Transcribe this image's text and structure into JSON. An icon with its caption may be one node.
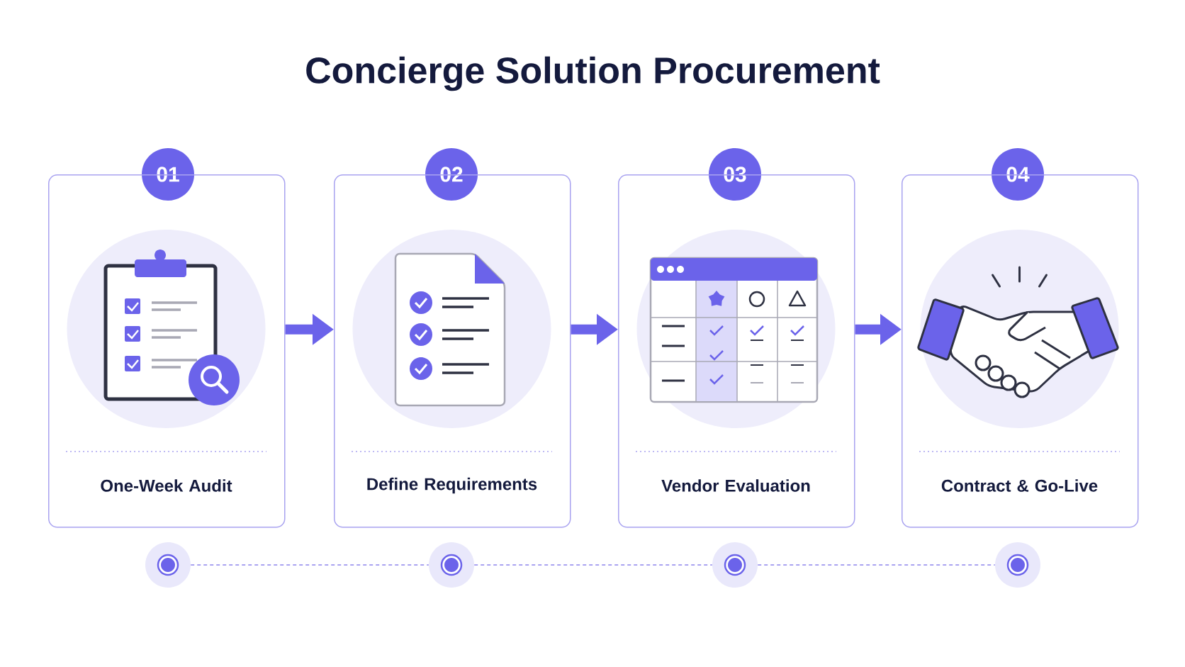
{
  "diagram": {
    "title": "Concierge Solution Procurement",
    "nodes": [
      {
        "text": [
          "01"
        ]
      },
      {
        "text": [
          "One-Week Audit"
        ]
      },
      {
        "text": [
          "02"
        ]
      },
      {
        "text": [
          "Define Requirements"
        ]
      },
      {
        "text": [
          "03"
        ]
      },
      {
        "text": [
          "Vendor Evaluation"
        ]
      },
      {
        "text": [
          "04"
        ]
      },
      {
        "text": [
          "Contract & Go-Live"
        ]
      },
      {
        "text": [],
        "shape": "circle"
      },
      {
        "text": [],
        "shape": "circle"
      },
      {
        "text": [],
        "shape": "circle"
      },
      {
        "text": [],
        "shape": "circle"
      }
    ],
    "edges": [
      {
        "from": 1,
        "to": 3,
        "arrow": "to",
        "style": "thick"
      },
      {
        "from": 3,
        "to": 5,
        "arrow": "to",
        "style": "thick"
      },
      {
        "from": 5,
        "to": 7,
        "arrow": "to",
        "style": "thick"
      },
      {
        "from": 8,
        "to": 9,
        "arrow": "none",
        "style": "dashed"
      },
      {
        "from": 9,
        "to": 10,
        "arrow": "none",
        "style": "dashed"
      },
      {
        "from": 10,
        "to": 11,
        "arrow": "none",
        "style": "dashed"
      }
    ]
  }
}
